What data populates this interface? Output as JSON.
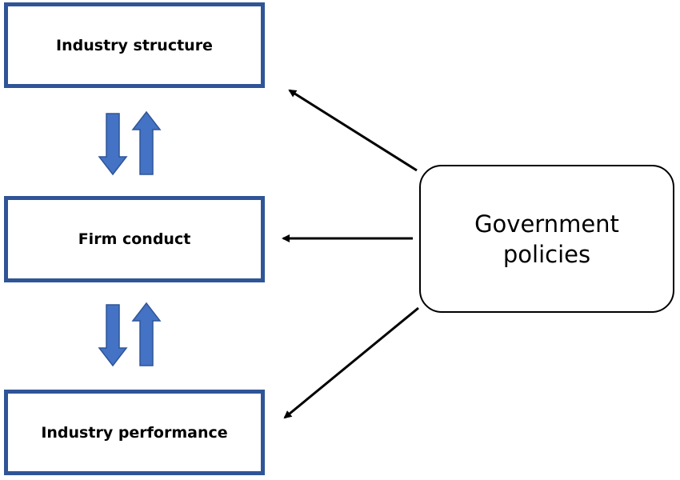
{
  "boxes": {
    "structure": "Industry structure",
    "conduct": "Firm conduct",
    "performance": "Industry performance"
  },
  "government": "Government policies",
  "colors": {
    "box_border": "#2f5597",
    "block_arrow_fill": "#4472c4",
    "block_arrow_stroke": "#2f5597",
    "line_arrow": "#000000"
  }
}
